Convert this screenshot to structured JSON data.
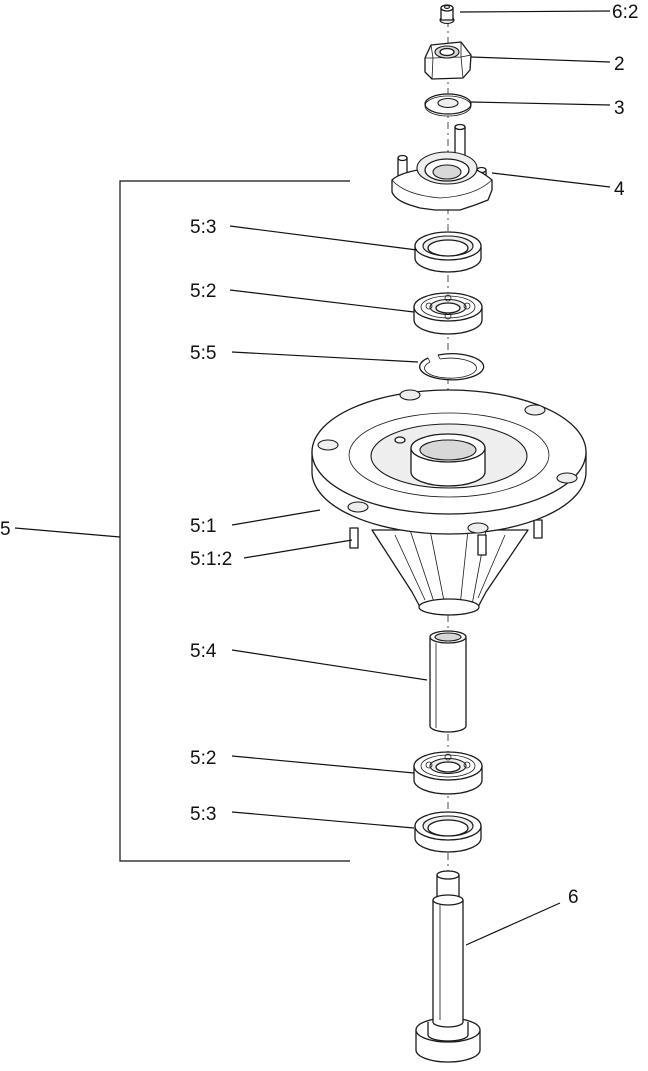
{
  "callouts": {
    "c_6_2": "6:2",
    "c_2": "2",
    "c_3": "3",
    "c_4": "4",
    "c_5_3_top": "5:3",
    "c_5_2_top": "5:2",
    "c_5_5": "5:5",
    "c_5": "5",
    "c_5_1": "5:1",
    "c_5_1_2": "5:1:2",
    "c_5_4": "5:4",
    "c_5_2_bot": "5:2",
    "c_5_3_bot": "5:3",
    "c_6": "6"
  },
  "colors": {
    "line": "#111111",
    "part_fill": "#ffffff",
    "shade": "#dddddd"
  }
}
